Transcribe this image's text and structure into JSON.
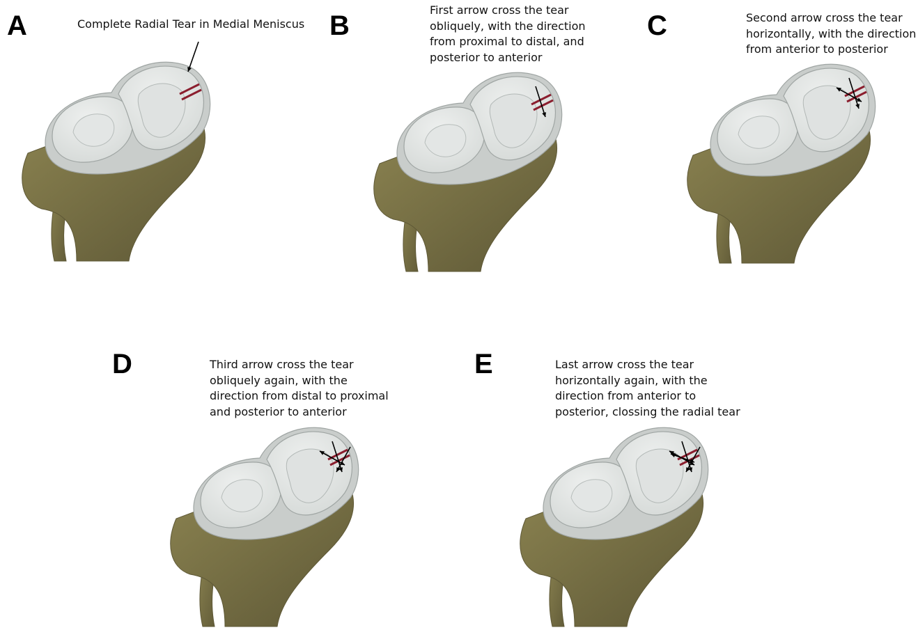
{
  "colors": {
    "bone": "#8a8250",
    "bone_dark": "#5e5836",
    "meniscus": "#d6dad8",
    "meniscus_light": "#eef0ef",
    "meniscus_edge": "#9fa5a3",
    "tear": "#8b1e2e",
    "arrow": "#000000"
  },
  "panels": [
    {
      "letter": "A",
      "caption": [
        "Complete Radial Tear in Medial Meniscus"
      ]
    },
    {
      "letter": "B",
      "caption": [
        "First arrow cross the tear",
        "obliquely, with the direction",
        "from proximal to distal, and",
        "posterior to anterior"
      ]
    },
    {
      "letter": "C",
      "caption": [
        "Second arrow cross the tear",
        "horizontally, with the direction",
        "from anterior to posterior"
      ]
    },
    {
      "letter": "D",
      "caption": [
        "Third arrow cross the tear",
        "obliquely again, with the",
        "direction from distal to proximal",
        "and posterior to anterior"
      ]
    },
    {
      "letter": "E",
      "caption": [
        "Last arrow cross the tear",
        "horizontally again, with the",
        "direction from anterior to",
        "posterior, clossing the radial tear"
      ]
    }
  ]
}
